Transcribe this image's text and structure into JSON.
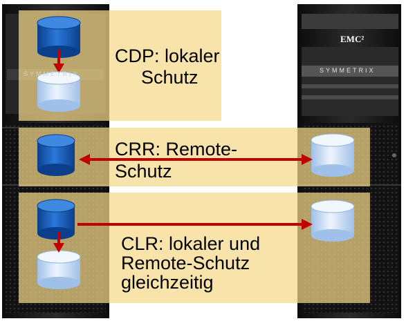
{
  "rack_left": {
    "wordmark": "SYMMETRIX"
  },
  "rack_right": {
    "brand": "EMC²",
    "wordmark": "SYMMETRIX"
  },
  "sections": {
    "cdp": {
      "line1": "CDP: lokaler",
      "line2": "Schutz"
    },
    "crr": {
      "line1": "CRR: Remote-",
      "line2": "Schutz"
    },
    "clr": {
      "line1": "CLR: lokaler und",
      "line2": "Remote-Schutz",
      "line3": "gleichzeitig"
    }
  },
  "colors": {
    "overlay": "#f5d98a",
    "cylinder_dark": "#1456b0",
    "cylinder_light": "#c9dcf2",
    "arrow": "#c00000",
    "rack": "#1a1a1a"
  }
}
